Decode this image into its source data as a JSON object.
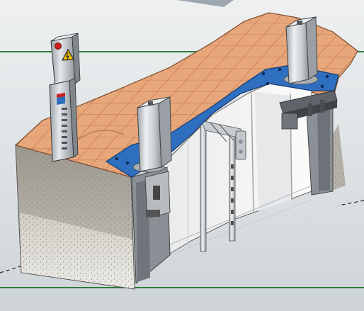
{
  "illustration": {
    "subject": "bollard-installation-cutaway",
    "elements": [
      "control-panel",
      "warning-sign",
      "emergency-stop-button",
      "paved-surface",
      "mounting-plates",
      "left-bollard",
      "right-bollard",
      "underground-pit",
      "support-frame",
      "mounting-bracket",
      "soil-cross-section"
    ],
    "colors": {
      "background": "#e3e6e8",
      "frame_line": "#2e7d3a",
      "pavement": "#e8a77a",
      "pavement_joint": "#b9744a",
      "mounting_plate": "#2f6fc0",
      "steel": "#d4d8db",
      "soil": "#b9b6ae",
      "gravel": "#dcdad4",
      "pit_interior": "#f4f4f2",
      "dark_steel": "#7a7f84",
      "warning_yellow": "#f2c200",
      "stop_red": "#d11f1f"
    }
  }
}
